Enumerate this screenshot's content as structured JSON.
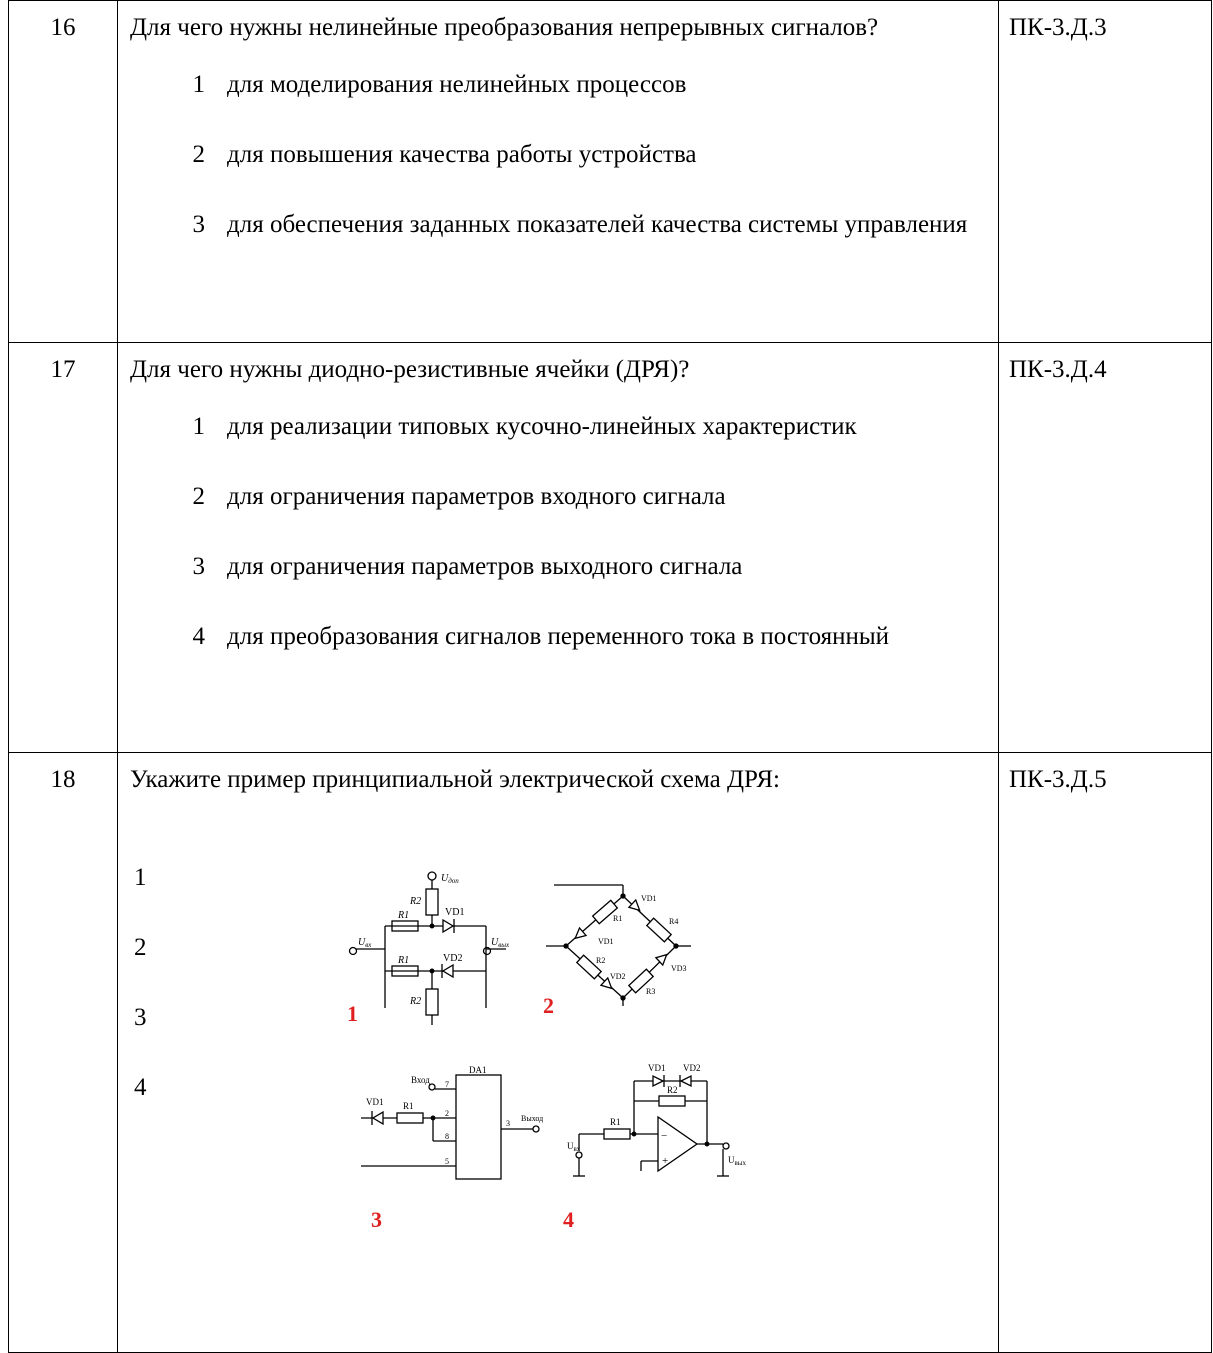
{
  "rows": [
    {
      "num": "16",
      "question": "Для чего нужны нелинейные преобразования непрерывных сигналов?",
      "code": "ПК-3.Д.3",
      "options": [
        {
          "n": "1",
          "text": "для моделирования нелинейных процессов"
        },
        {
          "n": "2",
          "text": "для повышения качества работы устройства"
        },
        {
          "n": "3",
          "text": "для обеспечения заданных показателей качества системы управления"
        }
      ]
    },
    {
      "num": "17",
      "question": "Для чего нужны диодно-резистивные ячейки (ДРЯ)?",
      "code": "ПК-3.Д.4",
      "options": [
        {
          "n": "1",
          "text": "для реализации типовых кусочно-линейных характеристик"
        },
        {
          "n": "2",
          "text": "для ограничения параметров входного сигнала"
        },
        {
          "n": "3",
          "text": "для ограничения параметров выходного сигнала"
        },
        {
          "n": "4",
          "text": "для преобразования сигналов переменного тока в постоянный"
        }
      ]
    },
    {
      "num": "18",
      "question": "Укажите пример  принципиальной электрической схема ДРЯ:",
      "code": "ПК-3.Д.5",
      "numbers": [
        "1",
        "2",
        "3",
        "4"
      ]
    }
  ],
  "diagrams": {
    "labels": [
      "1",
      "2",
      "3",
      "4"
    ],
    "label_color": "#e02020",
    "d1": {
      "r2_top": "R2",
      "r1_top": "R1",
      "r1_bot": "R1",
      "r2_bot": "R2",
      "vd1": "VD1",
      "vd2": "VD2",
      "u_in": "U",
      "u_in_sub": "вх",
      "u_out": "U",
      "u_out_sub": "вых",
      "u_sup": "U",
      "u_sup_sub": "доп"
    },
    "d2": {
      "vd1a": "VD1",
      "r4": "R4",
      "r1": "R1",
      "vd1b": "VD1",
      "r2": "R2",
      "vd2": "VD2",
      "vd3": "VD3",
      "r3": "R3"
    },
    "d3": {
      "da1": "DA1",
      "vhod": "Вход",
      "vyhod": "Выход",
      "vd1": "VD1",
      "r1": "R1",
      "p7": "7",
      "p2": "2",
      "p8": "8",
      "p5": "5",
      "p3": "3"
    },
    "d4": {
      "vd1": "VD1",
      "vd2": "VD2",
      "r2": "R2",
      "r1": "R1",
      "u_in": "U",
      "u_in_sub": "вх",
      "u_out": "U",
      "u_out_sub": "вых",
      "plus": "+",
      "minus": "−"
    }
  }
}
